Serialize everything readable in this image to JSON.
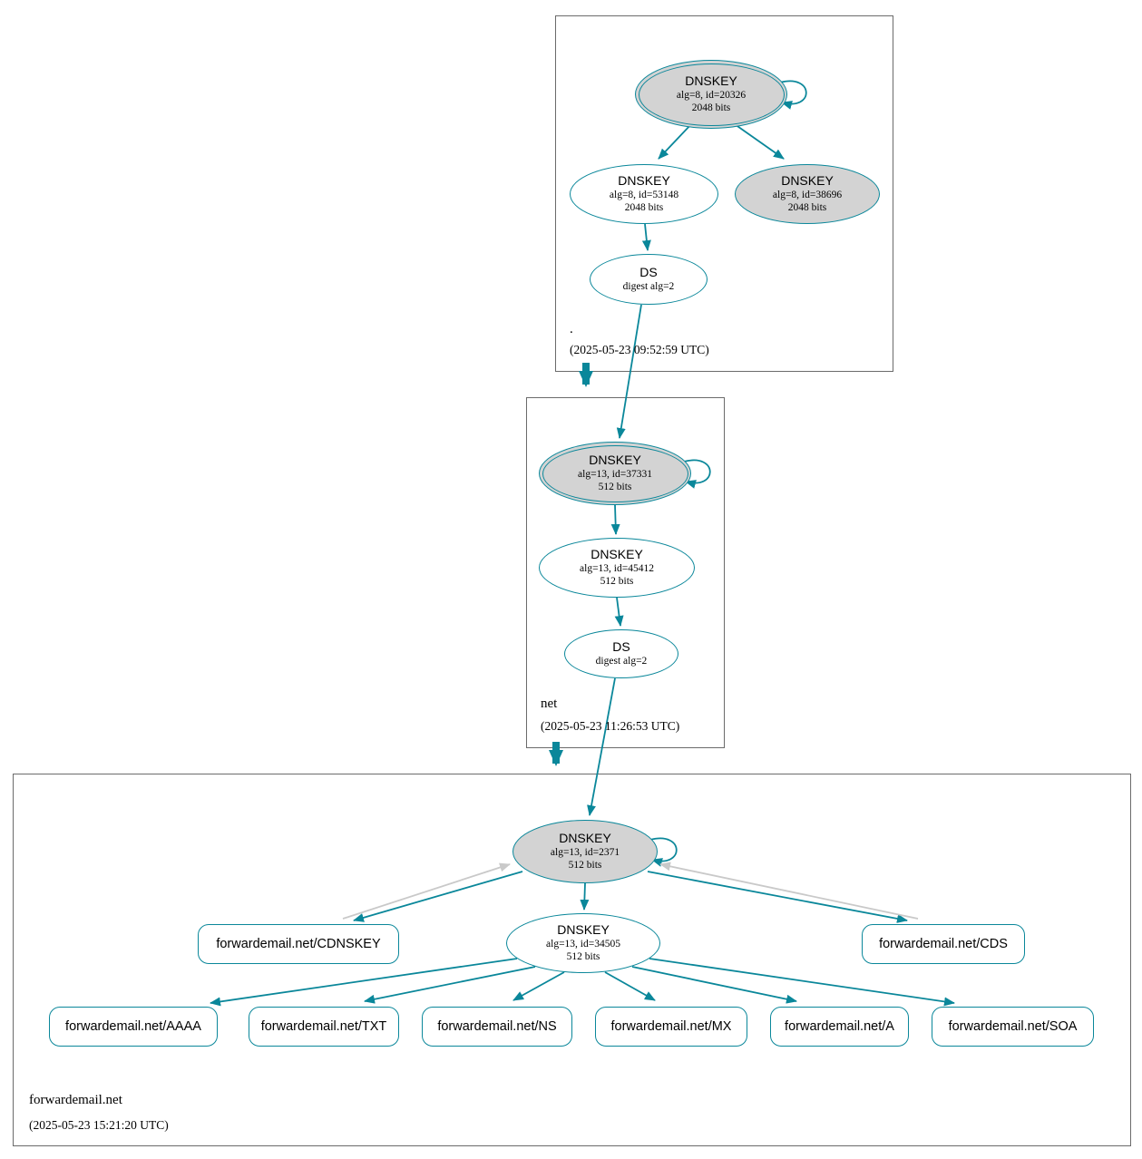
{
  "zones": [
    {
      "name": ".",
      "timestamp": "(2025-05-23 09:52:59 UTC)",
      "nodes": {
        "ksk": {
          "title": "DNSKEY",
          "line1": "alg=8, id=20326",
          "line2": "2048 bits"
        },
        "zsk": {
          "title": "DNSKEY",
          "line1": "alg=8, id=53148",
          "line2": "2048 bits"
        },
        "key2": {
          "title": "DNSKEY",
          "line1": "alg=8, id=38696",
          "line2": "2048 bits"
        },
        "ds": {
          "title": "DS",
          "line1": "digest alg=2"
        }
      }
    },
    {
      "name": "net",
      "timestamp": "(2025-05-23 11:26:53 UTC)",
      "nodes": {
        "ksk": {
          "title": "DNSKEY",
          "line1": "alg=13, id=37331",
          "line2": "512 bits"
        },
        "zsk": {
          "title": "DNSKEY",
          "line1": "alg=13, id=45412",
          "line2": "512 bits"
        },
        "ds": {
          "title": "DS",
          "line1": "digest alg=2"
        }
      }
    },
    {
      "name": "forwardemail.net",
      "timestamp": "(2025-05-23 15:21:20 UTC)",
      "nodes": {
        "ksk": {
          "title": "DNSKEY",
          "line1": "alg=13, id=2371",
          "line2": "512 bits"
        },
        "zsk": {
          "title": "DNSKEY",
          "line1": "alg=13, id=34505",
          "line2": "512 bits"
        },
        "cdnskey": {
          "label": "forwardemail.net/CDNSKEY"
        },
        "cds": {
          "label": "forwardemail.net/CDS"
        },
        "rrsets": [
          {
            "label": "forwardemail.net/AAAA"
          },
          {
            "label": "forwardemail.net/TXT"
          },
          {
            "label": "forwardemail.net/NS"
          },
          {
            "label": "forwardemail.net/MX"
          },
          {
            "label": "forwardemail.net/A"
          },
          {
            "label": "forwardemail.net/SOA"
          }
        ]
      }
    }
  ],
  "colors": {
    "secure": "#0a879a",
    "ksk_fill": "#d3d3d3",
    "node_fill": "#ffffff",
    "insecure_edge": "#c9c9c9",
    "box_border": "#6b6b6b"
  }
}
